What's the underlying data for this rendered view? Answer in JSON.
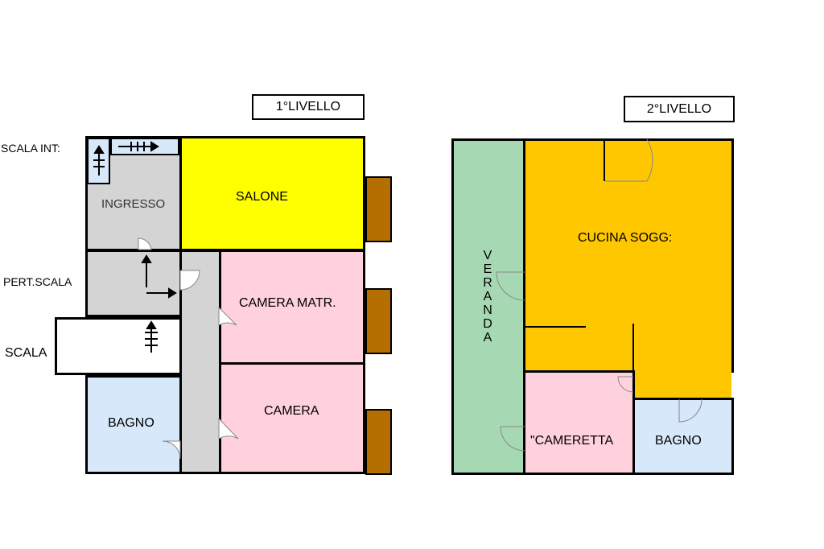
{
  "levels": {
    "first": "1°LIVELLO",
    "second": "2°LIVELLO"
  },
  "first_level": {
    "side_labels": {
      "scala_int": "SCALA INT:",
      "pert_scala": "PERT.SCALA",
      "scala": "SCALA"
    },
    "rooms": {
      "ingresso": "INGRESSO",
      "salone": "SALONE",
      "camera_matr": "CAMERA MATR.",
      "camera": "CAMERA",
      "bagno": "BAGNO"
    }
  },
  "second_level": {
    "rooms": {
      "veranda": "VERANDA",
      "cucina": "CUCINA SOGG:",
      "cameretta": "\"CAMERETTA",
      "bagno": "BAGNO"
    }
  },
  "colors": {
    "salone": "#ffff00",
    "camera": "#ffd1dc",
    "bagno": "#d6e8fa",
    "gray": "#d4d4d4",
    "veranda": "#a6d9b3",
    "cucina": "#ffc700",
    "balcony": "#b46f00"
  }
}
